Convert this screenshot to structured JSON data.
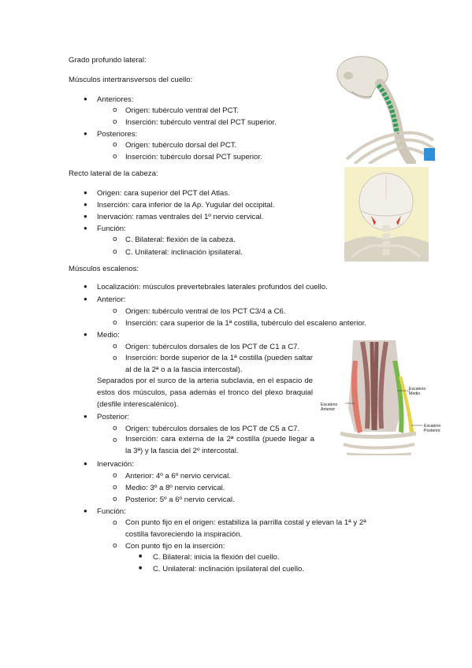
{
  "doc": {
    "heading": "Grado profundo lateral:",
    "intertransversos": {
      "title": "Músculos intertransversos del cuello:",
      "anteriores": {
        "label": "Anteriores:",
        "origen": "Origen: tubérculo ventral del PCT.",
        "insercion": "Inserción: tubérculo ventral del PCT superior."
      },
      "posteriores": {
        "label": "Posteriores:",
        "origen": "Origen: tubérculo dorsal del PCT.",
        "insercion": "Inserción: tubérculo dorsal PCT superior."
      }
    },
    "recto": {
      "title": "Recto lateral de la cabeza:",
      "origen": "Origen: cara superior del PCT del Atlas.",
      "insercion": "Inserción: cara inferior de la Ap. Yugular del occipital.",
      "inervacion": "Inervación: ramas ventrales del 1º nervio cervical.",
      "funcion": "Función:",
      "bilateral": "C. Bilateral: flexión de la cabeza.",
      "unilateral": "C. Unilateral: inclinación ipsilateral."
    },
    "escalenos": {
      "title": "Músculos escalenos:",
      "localizacion": "Localización: músculos prevertebrales laterales profundos del cuello.",
      "anterior": {
        "label": "Anterior:",
        "origen": "Origen: tubérculo ventral de los PCT C3/4 a C6.",
        "insercion": "Inserción: cara superior de la 1ª costilla, tubérculo del escaleno anterior."
      },
      "medio": {
        "label": "Medio:",
        "origen": "Origen: tubérculos dorsales de los PCT de C1 a C7.",
        "insercion": "Inserción: borde superior de la 1ª costilla (pueden saltar al de la 2ª o a la fascia intercostal).",
        "nota": "Separados por el surco de la arteria subclavia, en el espacio de estos dos músculos, pasa además el tronco del plexo braquial (desfile interescalénico)."
      },
      "posterior": {
        "label": "Posterior:",
        "origen": "Origen: tubérculos dorsales de los PCT de C5 a C7.",
        "insercion": "Inserción: cara externa de la 2ª costilla (puede llegar a la 3ª) y la fascia del 2º intercostal."
      },
      "inervacion": {
        "label": "Inervación:",
        "anterior": "Anterior: 4º a 6º nervio cervical.",
        "medio": "Medio: 3º a 8º nervio cervical.",
        "posterior": "Posterior: 5º a 6º nervio cervical."
      },
      "funcion": {
        "label": "Función:",
        "origen": "Con punto fijo en el origen: estabiliza la parrilla costal y elevan la 1ª y 2ª costilla favoreciendo la inspiración.",
        "insercion_label": "Con punto fijo en la inserción:",
        "bilateral": "C. Bilateral: inicia la flexión del cuello.",
        "unilateral": "C. Unilateral: inclinación ipsilateral del cuello."
      }
    },
    "markers": {
      "bullet": "●",
      "circle": "o",
      "square": "■"
    },
    "figure_labels": {
      "escaleno_anterior": "Escaleno Anterior",
      "escaleno_medio": "Escaleno Medio",
      "escaleno_posterior": "Escaleno Posterior"
    },
    "colors": {
      "muscle_green": "#2e9e5b",
      "muscle_red": "#d23a2a",
      "anterior": "#e07a6a",
      "medio": "#78b84a",
      "posterior": "#e8d24a",
      "badge": "#2f8fd8"
    }
  }
}
